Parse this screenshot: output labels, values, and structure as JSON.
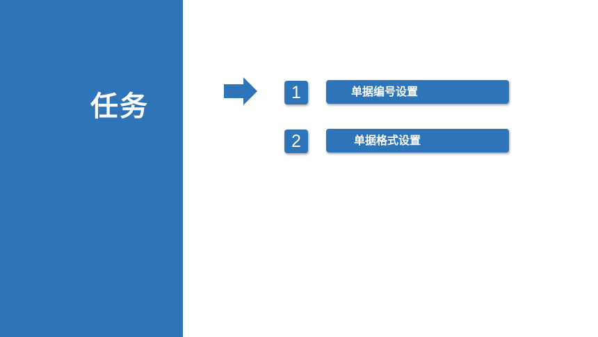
{
  "sidebar": {
    "title": "任务",
    "color": "#2e74b8"
  },
  "pointer": {
    "icon": "arrow-right-icon"
  },
  "items": [
    {
      "number": "1",
      "label": "单据编号设置"
    },
    {
      "number": "2",
      "label": "单据格式设置"
    }
  ]
}
